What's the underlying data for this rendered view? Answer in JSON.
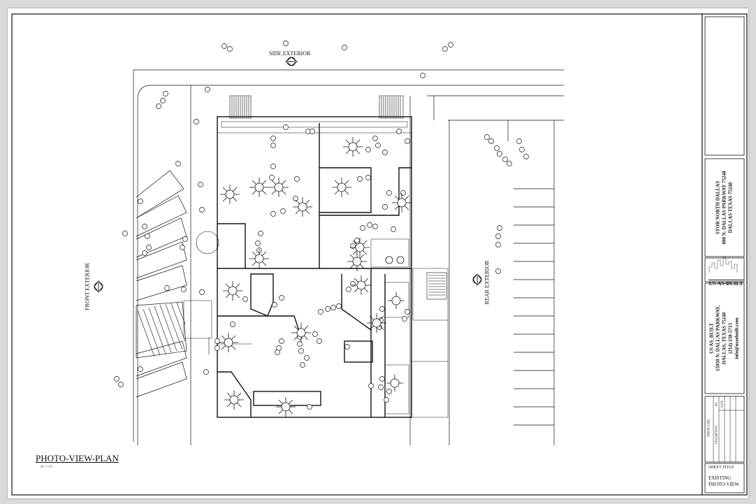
{
  "plan": {
    "title": "PHOTO-VIEW-PLAN",
    "scale": "1/8\" = 1'-0\"",
    "labels": {
      "side": "SIDE EXTERIOR",
      "front": "FRONT EXTERIOR",
      "rear": "REAR EXTERIOR"
    }
  },
  "project": {
    "name": "STOR NORTH DALLAS",
    "address": "000 N. DALLAS PARKWAY 75248",
    "city": "DALLAS TEXAS 75248"
  },
  "company": {
    "logo_text": "US AS-BUILT",
    "name": "US AS_BUILT",
    "address": "15950 N. DALLAS PARKWAY,",
    "city": "DALLAS, TEXAS 75248",
    "phone": "(214) 238-5713",
    "email": "info@usasbuilt.com"
  },
  "issue_log": {
    "title": "ISSUE LOG",
    "columns": [
      "NO.",
      "DESCRIPTION",
      "DATE"
    ]
  },
  "sheet": {
    "title_label": "SHEET TITLE",
    "title_line1": "EXISTING",
    "title_line2": "PHOTO-VIEW"
  },
  "colors": {
    "ink": "#111111",
    "paper": "#ffffff",
    "background": "#d9d9d9"
  }
}
